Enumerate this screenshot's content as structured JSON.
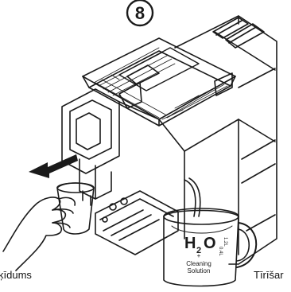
{
  "step": {
    "number": "8"
  },
  "labels": {
    "left_caption": "ķīdums",
    "right_caption": "Tīrīšar"
  },
  "jug": {
    "formula_h": "H",
    "formula_sub": "2",
    "formula_o": "O",
    "plus": "+",
    "line1": "Cleaning",
    "line2": "Solution",
    "scale_top": "1.2L",
    "scale_bottom": "0.4L"
  },
  "colors": {
    "ink": "#1a1a1a",
    "paper": "#ffffff"
  }
}
